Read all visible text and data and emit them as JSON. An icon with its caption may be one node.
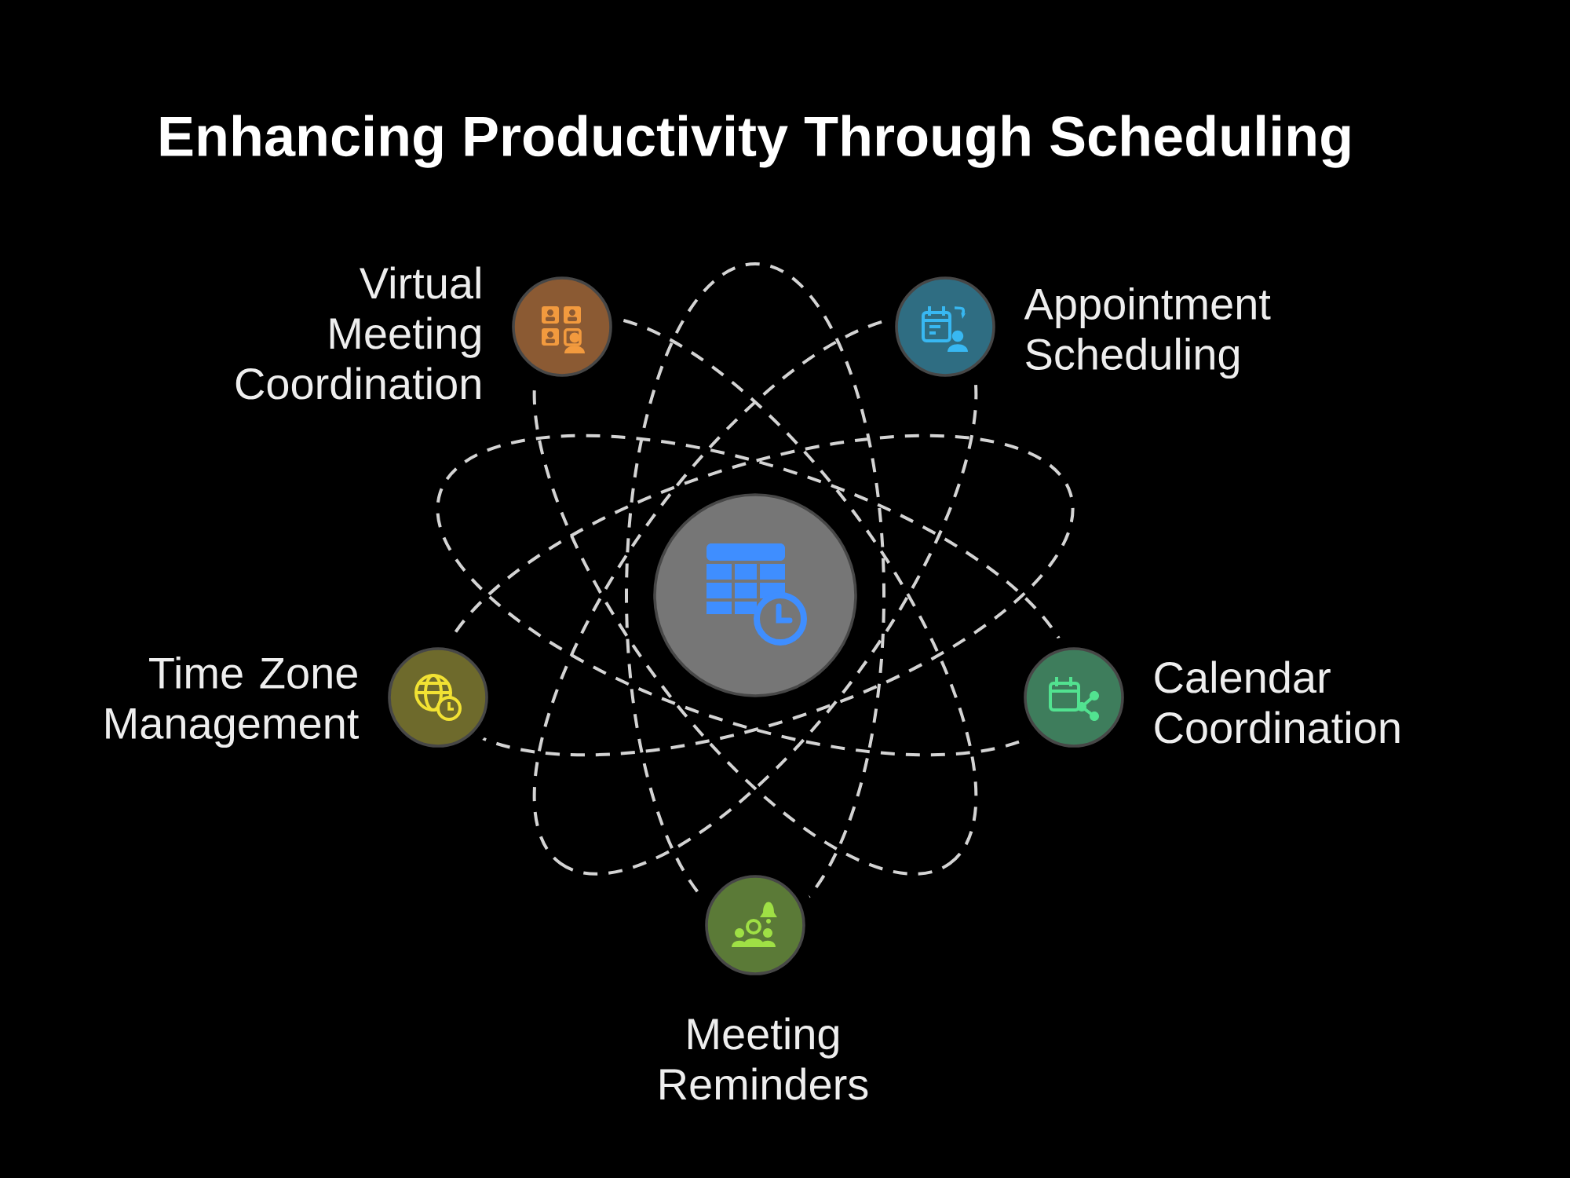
{
  "diagram": {
    "title": "Enhancing Productivity Through Scheduling",
    "nodes": [
      {
        "text": [],
        "shape": "circle",
        "beside": [
          "Virtual Meeting Coordination"
        ]
      },
      {
        "text": [],
        "shape": "circle",
        "beside": [
          "Appointment Scheduling"
        ]
      },
      {
        "text": [],
        "shape": "circle"
      },
      {
        "text": [],
        "shape": "circle",
        "beside": [
          "Time Zone Management"
        ]
      },
      {
        "text": [],
        "shape": "circle",
        "beside": [
          "Calendar Coordination"
        ]
      },
      {
        "text": [],
        "shape": "circle",
        "beside": [
          "Meeting Reminders"
        ]
      }
    ]
  }
}
